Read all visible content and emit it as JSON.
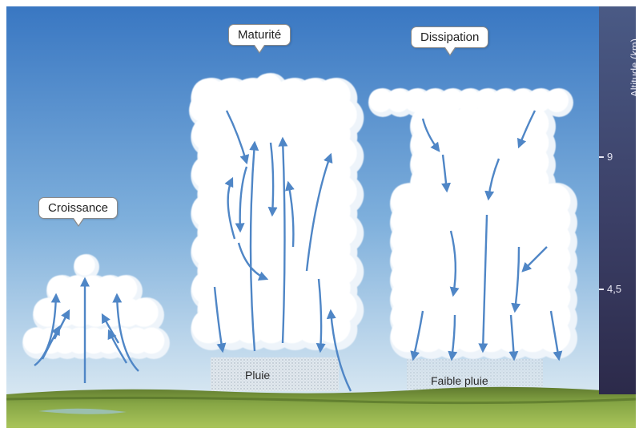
{
  "stages": [
    {
      "label": "Croissance",
      "rain_label": ""
    },
    {
      "label": "Maturité",
      "rain_label": "Pluie"
    },
    {
      "label": "Dissipation",
      "rain_label": "Faible pluie"
    }
  ],
  "axis": {
    "title": "Altitude (km)",
    "ticks": [
      "9",
      "4,5"
    ]
  },
  "colors": {
    "sky_top": "#3d7fc6",
    "sky_bottom": "#cfe3f3",
    "arrow": "#4f86c6",
    "cloud": "#ffffff",
    "ground": "#6f8f3a"
  },
  "icons": [
    "updraft-arrow",
    "downdraft-arrow",
    "rain-shaft"
  ]
}
